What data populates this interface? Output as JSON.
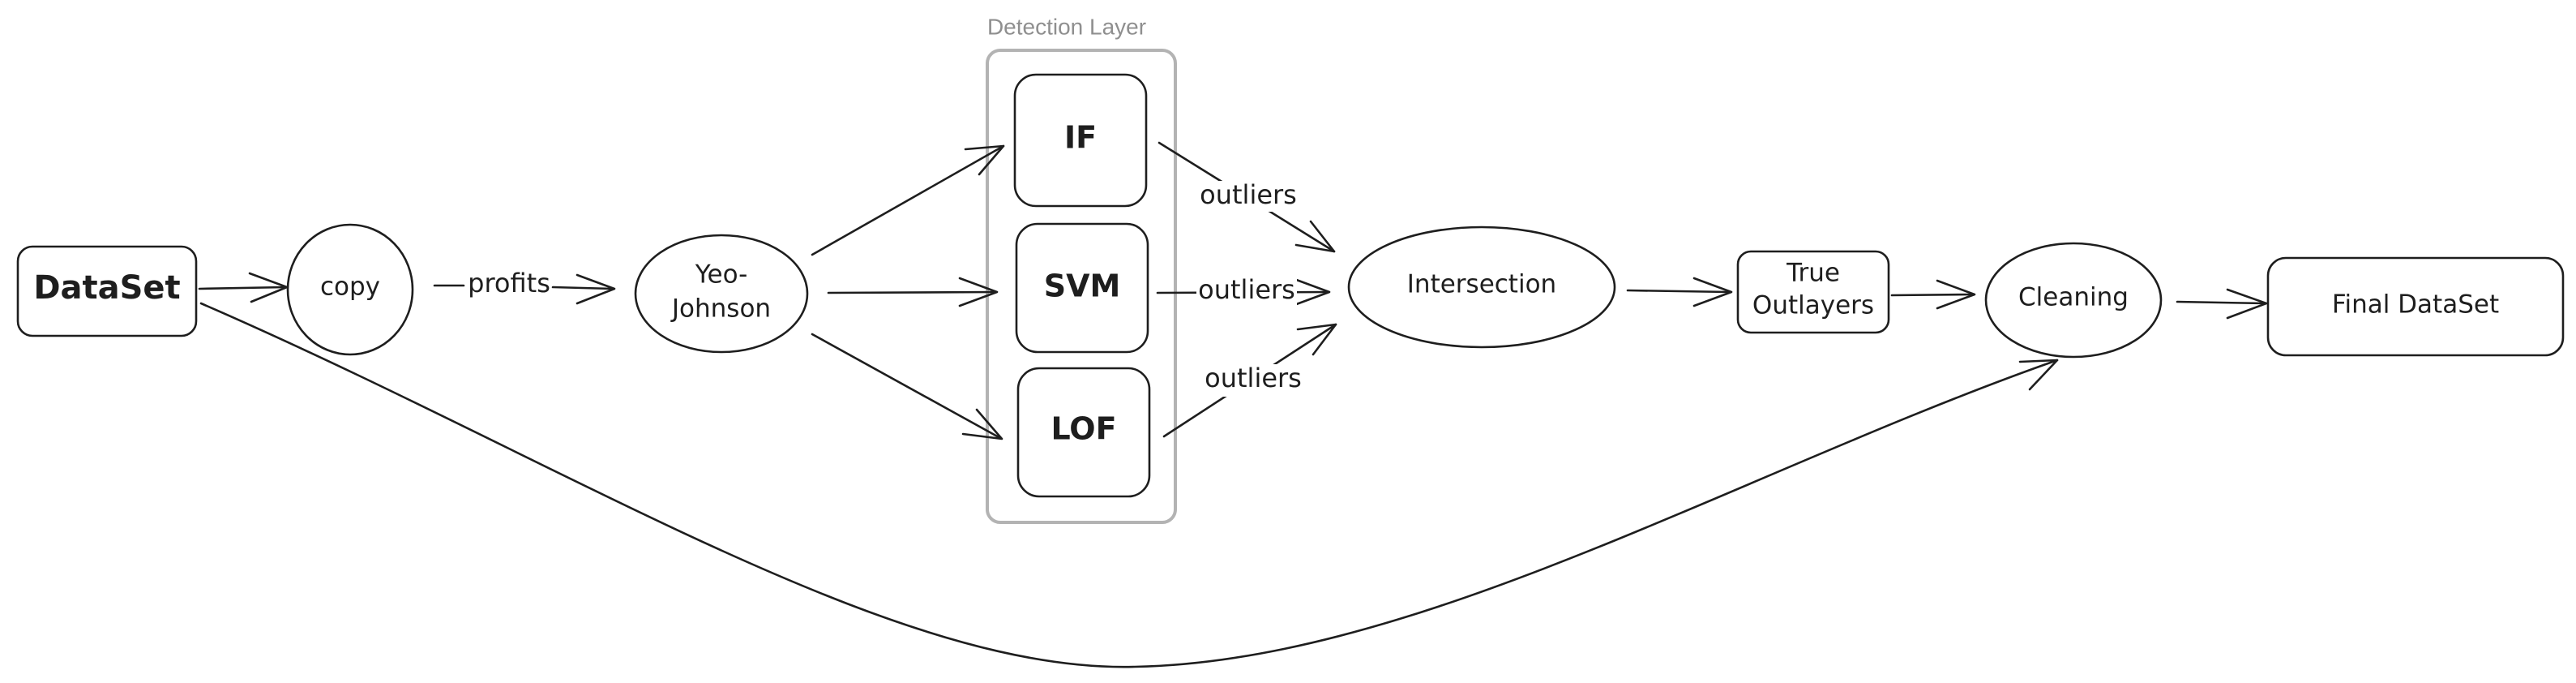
{
  "group": {
    "label": "Detection Layer"
  },
  "nodes": {
    "dataset": "DataSet",
    "copy": "copy",
    "yeo_johnson": [
      "Yeo-",
      "Johnson"
    ],
    "if": "IF",
    "svm": "SVM",
    "lof": "LOF",
    "intersection": "Intersection",
    "true_outlayers": [
      "True",
      "Outlayers"
    ],
    "cleaning": "Cleaning",
    "final_dataset": "Final DataSet"
  },
  "edge_labels": {
    "profits": "profits",
    "outliers_if": "outliers",
    "outliers_svm": "outliers",
    "outliers_lof": "outliers"
  }
}
